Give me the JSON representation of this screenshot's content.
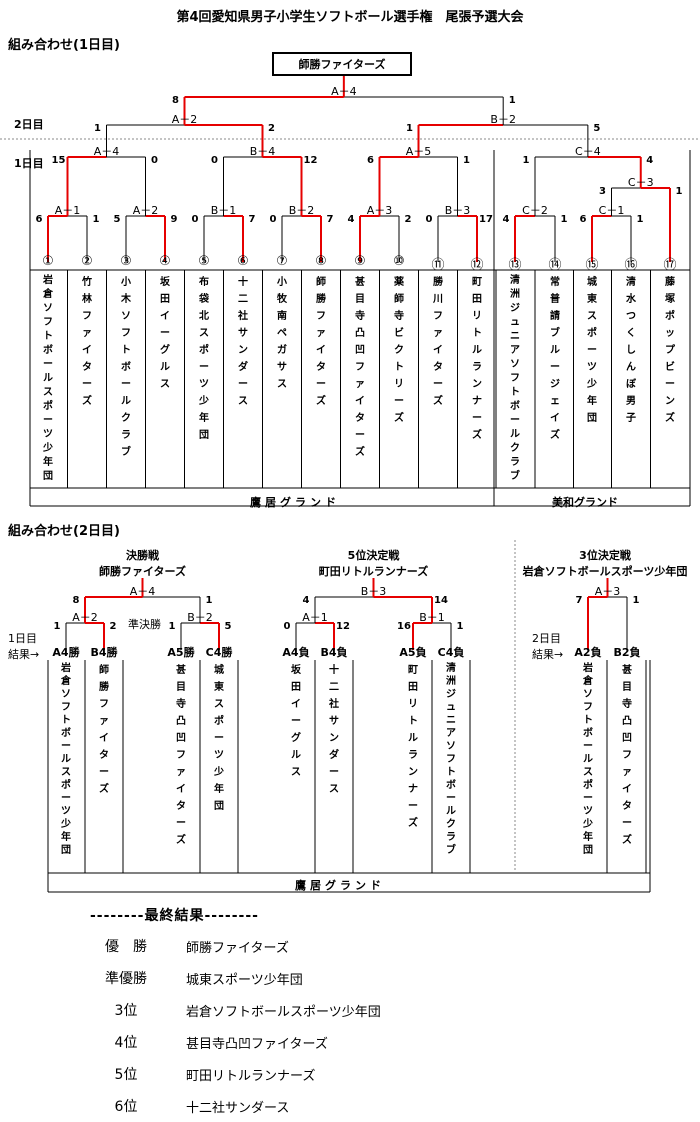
{
  "title": "第4回愛知県男子小学生ソフトボール選手権　尾張予選大会",
  "day1": {
    "heading": "組み合わせ(1日目)",
    "day2_label": "2日目",
    "day1_label": "1日目",
    "champion": "師勝ファイターズ",
    "final": {
      "label": "A－4",
      "left": "8",
      "right": "1"
    },
    "semis": [
      {
        "label": "A－2",
        "left": "1",
        "right": "2"
      },
      {
        "label": "B－2",
        "left": "1",
        "right": "5"
      }
    ],
    "quarters": [
      {
        "label": "A－4",
        "left": "15",
        "right": "0"
      },
      {
        "label": "B－4",
        "left": "0",
        "right": "12"
      },
      {
        "label": "A－5",
        "left": "6",
        "right": "1"
      },
      {
        "label": "C－4",
        "left": "1",
        "right": "4"
      }
    ],
    "firsts": [
      {
        "label": "A－1",
        "left": "6",
        "right": "1"
      },
      {
        "label": "A－2",
        "left": "5",
        "right": "9"
      },
      {
        "label": "B－1",
        "left": "0",
        "right": "7"
      },
      {
        "label": "B－2",
        "left": "0",
        "right": "7"
      },
      {
        "label": "A－3",
        "left": "4",
        "right": "2"
      },
      {
        "label": "B－3",
        "left": "0",
        "right": "17"
      },
      {
        "label": "C－2",
        "left": "4",
        "right": "1"
      },
      {
        "label": "C－1",
        "left": "6",
        "right": "1"
      }
    ],
    "c3": {
      "label": "C－3",
      "left": "3",
      "right": "1"
    },
    "teams": [
      {
        "num": "①",
        "name": "岩倉ソフトボールスポーツ少年団"
      },
      {
        "num": "②",
        "name": "竹林ファイターズ"
      },
      {
        "num": "③",
        "name": "小木ソフトボールクラブ"
      },
      {
        "num": "④",
        "name": "坂田イーグルス"
      },
      {
        "num": "⑤",
        "name": "布袋北スポーツ少年団"
      },
      {
        "num": "⑥",
        "name": "十二社サンダース"
      },
      {
        "num": "⑦",
        "name": "小牧南ペガサス"
      },
      {
        "num": "⑧",
        "name": "師勝ファイターズ"
      },
      {
        "num": "⑨",
        "name": "甚目寺凸凹ファイターズ"
      },
      {
        "num": "⑩",
        "name": "薬師寺ビクトリーズ"
      },
      {
        "num": "⑪",
        "name": "勝川ファイターズ"
      },
      {
        "num": "⑫",
        "name": "町田リトルランナーズ"
      },
      {
        "num": "⑬",
        "name": "清洲ジュニアソフトボールクラブ"
      },
      {
        "num": "⑭",
        "name": "常普請ブルージェイズ"
      },
      {
        "num": "⑮",
        "name": "城東スポーツ少年団"
      },
      {
        "num": "⑯",
        "name": "清水つくしんぼ男子"
      },
      {
        "num": "⑰",
        "name": "藤塚ポップビーンズ"
      }
    ],
    "venue_a": "鷹居グランド",
    "venue_b": "美和グランド"
  },
  "day2": {
    "heading": "組み合わせ(2日目)",
    "groups": [
      {
        "title": "決勝戦",
        "winner": "師勝ファイターズ"
      },
      {
        "title": "5位決定戦",
        "winner": "町田リトルランナーズ"
      },
      {
        "title": "3位決定戦",
        "winner": "岩倉ソフトボールスポーツ少年団"
      }
    ],
    "final": {
      "label": "A－4",
      "left": "8",
      "right": "1"
    },
    "semi_a": {
      "label": "A－2",
      "left": "1",
      "right": "2"
    },
    "semi_b": {
      "label": "B－2",
      "left": "1",
      "right": "5"
    },
    "semi_label": "準決勝",
    "fifth": {
      "label": "B－3",
      "left": "4",
      "right": "14"
    },
    "fifth_a": {
      "label": "A－1",
      "left": "0",
      "right": "12"
    },
    "fifth_b": {
      "label": "B－1",
      "left": "16",
      "right": "1"
    },
    "third": {
      "label": "A－3",
      "left": "7",
      "right": "1"
    },
    "result_day1": "1日目\n結果→",
    "result_day2": "2日目\n結果→",
    "slots": [
      {
        "tag": "A4勝",
        "name": "岩倉ソフトボールスポーツ少年団"
      },
      {
        "tag": "B4勝",
        "name": "師勝ファイターズ"
      },
      {
        "tag": "A5勝",
        "name": "甚目寺凸凹ファイターズ"
      },
      {
        "tag": "C4勝",
        "name": "城東スポーツ少年団"
      },
      {
        "tag": "A4負",
        "name": "坂田イーグルス"
      },
      {
        "tag": "B4負",
        "name": "十二社サンダース"
      },
      {
        "tag": "A5負",
        "name": "町田リトルランナーズ"
      },
      {
        "tag": "C4負",
        "name": "清洲ジュニアソフトボールクラブ"
      },
      {
        "tag": "A2負",
        "name": "岩倉ソフトボールスポーツ少年団"
      },
      {
        "tag": "B2負",
        "name": "甚目寺凸凹ファイターズ"
      }
    ],
    "venue": "鷹居グランド"
  },
  "final_results": {
    "heading": "--------最終結果--------",
    "rows": [
      {
        "rank": "優　勝",
        "team": "師勝ファイターズ"
      },
      {
        "rank": "準優勝",
        "team": "城東スポーツ少年団"
      },
      {
        "rank": "3位",
        "team": "岩倉ソフトボールスポーツ少年団"
      },
      {
        "rank": "4位",
        "team": "甚目寺凸凹ファイターズ"
      },
      {
        "rank": "5位",
        "team": "町田リトルランナーズ"
      },
      {
        "rank": "6位",
        "team": "十二社サンダース"
      }
    ]
  },
  "colors": {
    "winner_line": "#e60000",
    "line": "#000000",
    "grid": "#888888"
  }
}
